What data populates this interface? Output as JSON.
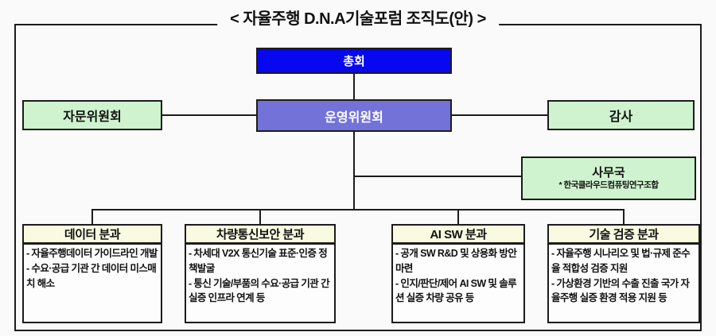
{
  "title": "< 자율주행 D.N.A기술포럼 조직도(안) >",
  "nodes": {
    "assembly": {
      "label": "총회"
    },
    "advisory": {
      "label": "자문위원회"
    },
    "steering": {
      "label": "운영위원회"
    },
    "audit": {
      "label": "감사"
    },
    "secretariat": {
      "label": "사무국",
      "note": "* 한국클라우드컴퓨팅연구조합"
    }
  },
  "divisions": [
    {
      "title": "데이터 분과",
      "items": [
        "- 자율주행데이터 가이드라인 개발",
        "- 수요·공급 기관 간 데이터 미스매치 해소"
      ]
    },
    {
      "title": "차량통신보안 분과",
      "items": [
        "- 차세대 V2X 통신기술 표준·인증 정책발굴",
        "- 통신 기술/부품의 수요·공급 기관 간 실증 인프라 연계 등"
      ]
    },
    {
      "title": "AI SW 분과",
      "items": [
        "- 공개 SW R&D 및 상용화 방안 마련",
        "- 인지/판단/제어 AI SW 및 솔루션 실증 차량 공유 등"
      ]
    },
    {
      "title": "기술 검증 분과",
      "items": [
        "- 자율주행 시나리오 및 법·규제 준수율 적합성 검증 지원",
        "- 가상환경 기반의 수출 진출 국가 자율주행 실증 환경 적용 지원 등"
      ]
    }
  ],
  "colors": {
    "assembly_bg": "#0707F0",
    "steering_bg": "#7272D8",
    "green_bg": "#CFF3CF",
    "division_header_bg": "#FAFAE0",
    "border": "#1C1C1C",
    "page_bg": "#FAFAFA"
  }
}
